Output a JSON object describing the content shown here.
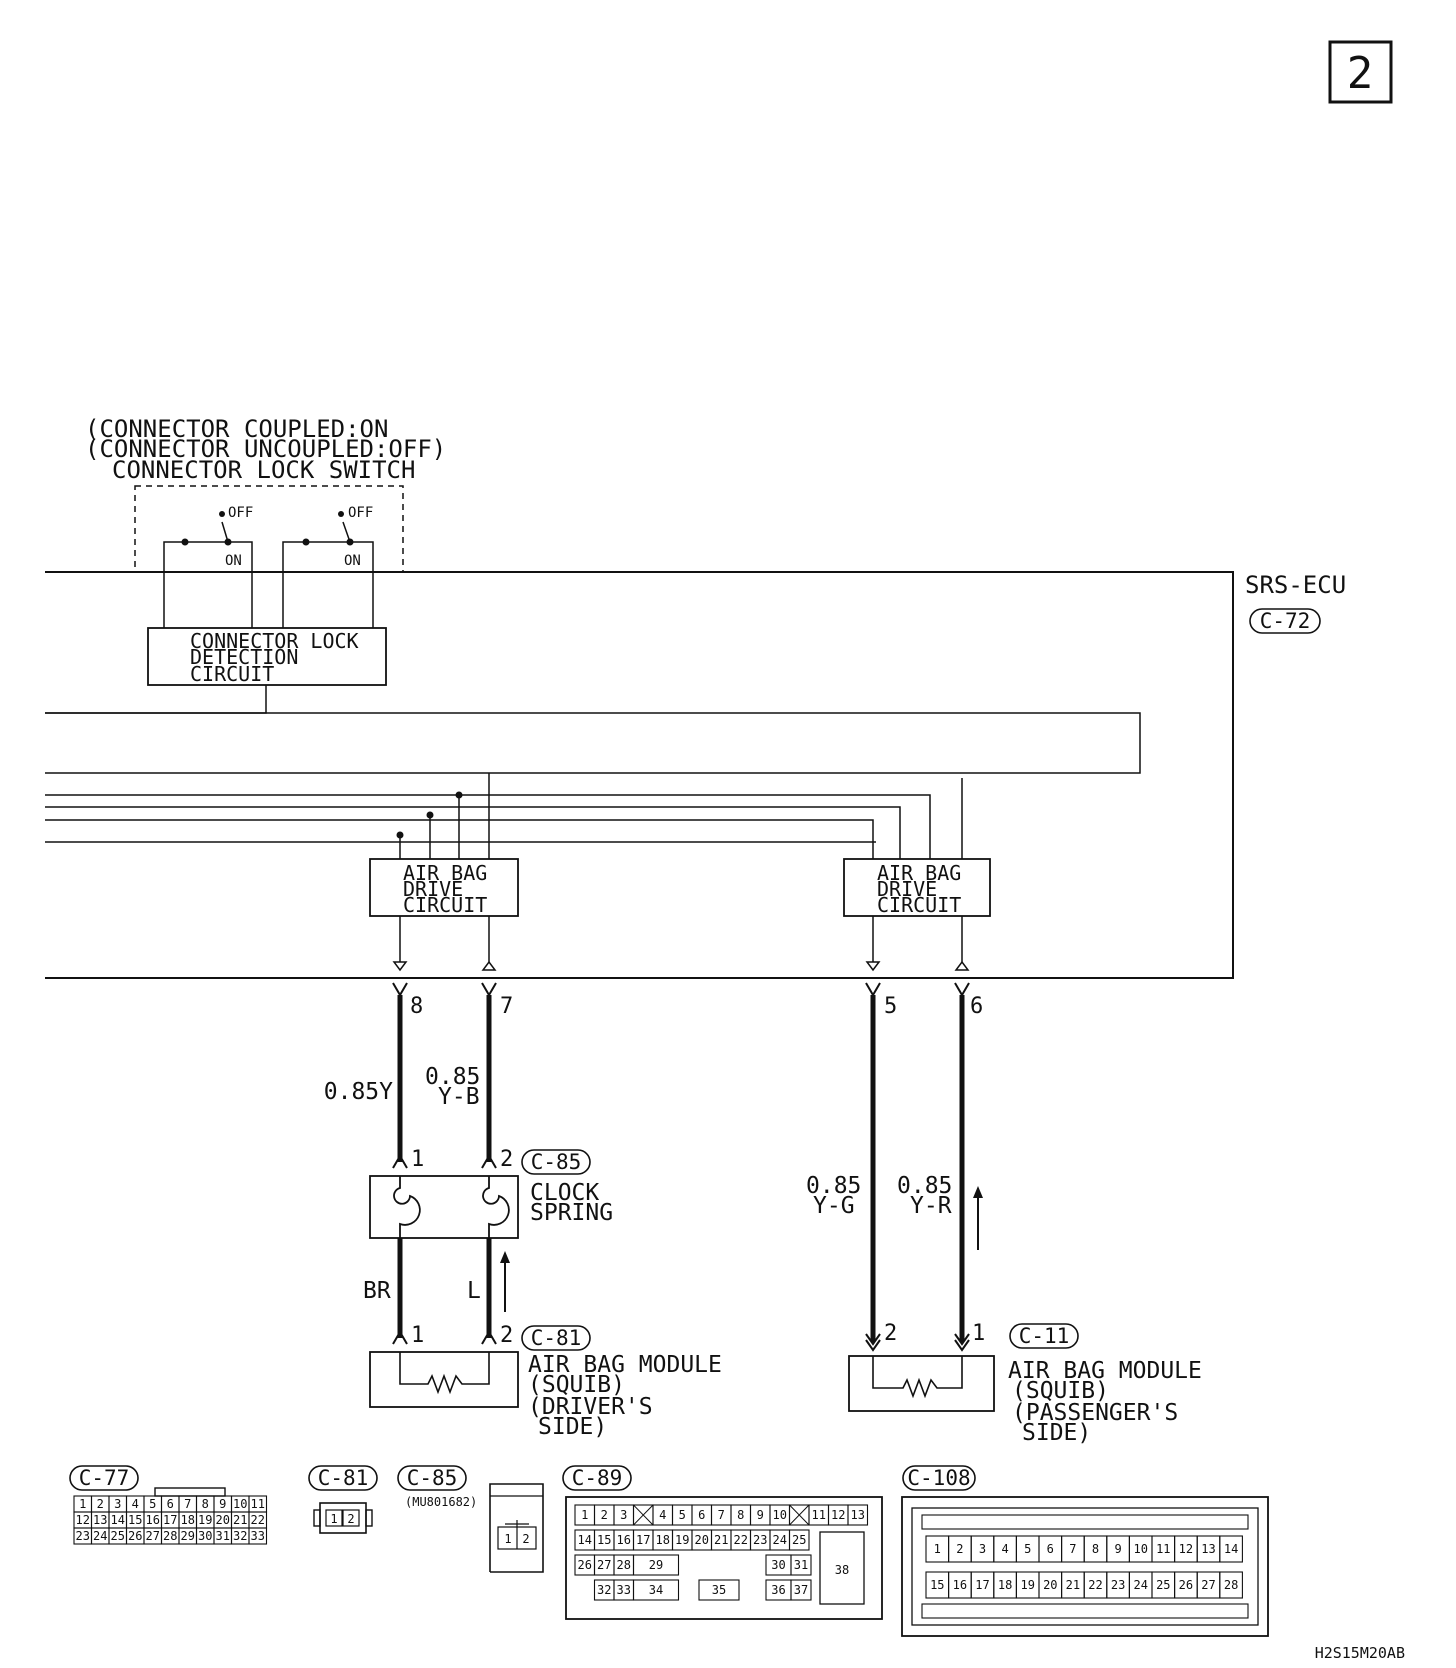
{
  "page_number": "2",
  "figure_code": "H2S15M20AB",
  "ecu": {
    "name": "SRS-ECU",
    "connector": "C-72"
  },
  "lock_switch": {
    "note_line1": "(CONNECTOR COUPLED:ON",
    "note_line2": "(CONNECTOR UNCOUPLED:OFF)",
    "title": "CONNECTOR LOCK SWITCH",
    "off_label": "OFF",
    "on_label": "ON"
  },
  "lock_detection": {
    "line1": "CONNECTOR LOCK",
    "line2": "DETECTION",
    "line3": "CIRCUIT"
  },
  "drive_circuit": {
    "line1": "AIR BAG",
    "line2": "DRIVE",
    "line3": "CIRCUIT"
  },
  "ecu_terminals": {
    "t8": "8",
    "t7": "7",
    "t5": "5",
    "t6": "6"
  },
  "wires": {
    "driver_a": "0.85Y",
    "driver_b_size": "0.85",
    "driver_b_color": "Y-B",
    "passenger_a_size": "0.85",
    "passenger_a_color": "Y-G",
    "passenger_b_size": "0.85",
    "passenger_b_color": "Y-R",
    "spring_a": "BR",
    "spring_b": "L"
  },
  "clock_spring": {
    "connector": "C-85",
    "line1": "CLOCK",
    "line2": "SPRING",
    "pin1": "1",
    "pin2": "2"
  },
  "driver_module": {
    "connector": "C-81",
    "line1": "AIR BAG MODULE",
    "line2": "(SQUIB)",
    "line3": "(DRIVER'S",
    "line4": "SIDE)",
    "pin1": "1",
    "pin2": "2"
  },
  "passenger_module": {
    "connector": "C-11",
    "line1": "AIR BAG MODULE",
    "line2": "(SQUIB)",
    "line3": "(PASSENGER'S",
    "line4": "SIDE)",
    "pin2": "2",
    "pin1": "1"
  },
  "connector_views": {
    "c77": {
      "label": "C-77",
      "row1": [
        "1",
        "2",
        "3",
        "4",
        "5",
        "6",
        "7",
        "8",
        "9",
        "10",
        "11"
      ],
      "row2": [
        "12",
        "13",
        "14",
        "15",
        "16",
        "17",
        "18",
        "19",
        "20",
        "21",
        "22"
      ],
      "row3": [
        "23",
        "24",
        "25",
        "26",
        "27",
        "28",
        "29",
        "30",
        "31",
        "32",
        "33"
      ]
    },
    "c81": {
      "label": "C-81",
      "pins": [
        "1",
        "2"
      ]
    },
    "c85": {
      "label": "C-85",
      "part": "(MU801682)",
      "pins": [
        "1",
        "2"
      ]
    },
    "c89": {
      "label": "C-89",
      "row1": [
        "1",
        "2",
        "3",
        "",
        "4",
        "5",
        "6",
        "7",
        "8",
        "9",
        "10",
        "",
        "11",
        "12",
        "13"
      ],
      "row2": [
        "14",
        "15",
        "16",
        "17",
        "18",
        "19",
        "20",
        "21",
        "22",
        "23",
        "24",
        "25"
      ],
      "row3": [
        "26",
        "27",
        "28",
        "29",
        "30",
        "31"
      ],
      "row4": [
        "32",
        "33",
        "34",
        "35",
        "36",
        "37"
      ],
      "big": "38"
    },
    "c108": {
      "label": "C-108",
      "row1": [
        "1",
        "2",
        "3",
        "4",
        "5",
        "6",
        "7",
        "8",
        "9",
        "10",
        "11",
        "12",
        "13",
        "14"
      ],
      "row2": [
        "15",
        "16",
        "17",
        "18",
        "19",
        "20",
        "21",
        "22",
        "23",
        "24",
        "25",
        "26",
        "27",
        "28"
      ]
    }
  }
}
